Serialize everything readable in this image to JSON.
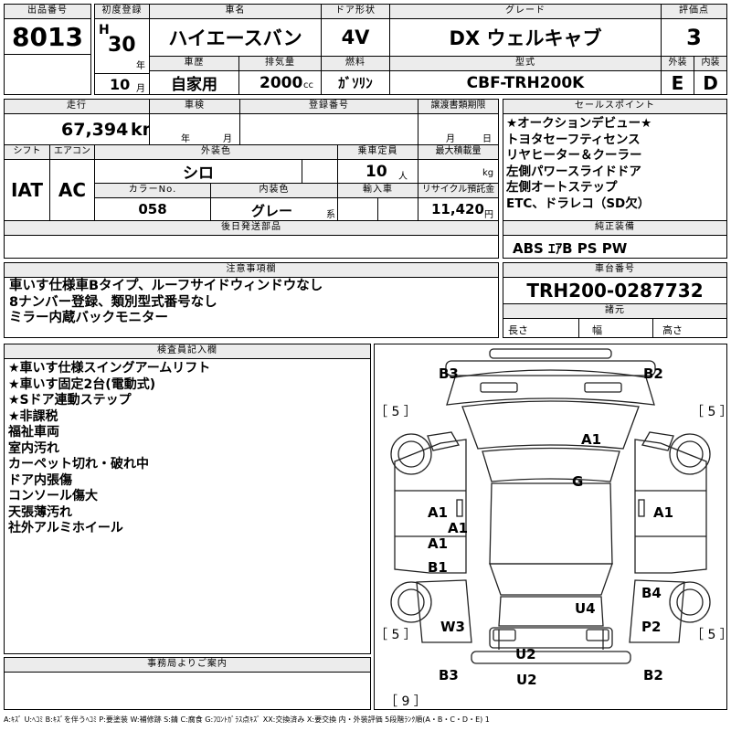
{
  "headers": {
    "lot_no": "出品番号",
    "first_reg": "初度登録",
    "car_name": "車名",
    "door": "ドア形状",
    "grade": "グレード",
    "score": "評価点",
    "history": "車歴",
    "displacement": "排気量",
    "fuel": "燃料",
    "model_code": "型式",
    "exterior": "外装",
    "interior": "内装",
    "mileage": "走行",
    "shaken": "車検",
    "reg_no": "登録番号",
    "transfer_deadline": "譲渡書類期限",
    "shift": "シフト",
    "aircon": "エアコン",
    "ext_color": "外装色",
    "capacity": "乗車定員",
    "max_load": "最大積載量",
    "color_no": "カラーNo.",
    "int_color": "内装色",
    "import": "輸入車",
    "recycle": "リサイクル預託金",
    "delivery": "後日発送部品",
    "selling_points": "セールスポイント",
    "genuine": "純正装備",
    "notes": "注意事項欄",
    "chassis": "車台番号",
    "specs": "諸元",
    "inspector": "検査員記入欄",
    "office": "事務局よりご案内"
  },
  "units": {
    "year": "年",
    "month": "月",
    "cc": "cc",
    "km": "km",
    "persons": "人",
    "kg": "kg",
    "yen": "円",
    "kei": "系",
    "length": "長さ",
    "width": "幅",
    "height": "高さ"
  },
  "vehicle": {
    "lot_no": "8013",
    "era": "H",
    "year": "30",
    "month": "10",
    "car_name": "ハイエースバン",
    "door": "4V",
    "grade": "DX ウェルキャブ",
    "score": "3",
    "history": "自家用",
    "displacement": "2000",
    "fuel": "ｶﾞｿﾘﾝ",
    "model_code": "CBF-TRH200K",
    "exterior_grade": "E",
    "interior_grade": "D",
    "mileage": "67,394",
    "shift": "IAT",
    "aircon": "AC",
    "ext_color": "シロ",
    "capacity": "10",
    "color_no": "058",
    "int_color": "グレー",
    "recycle": "11,420",
    "chassis": "TRH200-0287732"
  },
  "selling_points": [
    "★オークションデビュー★",
    "トヨタセーフティセンス",
    "リヤヒーター＆クーラー",
    "左側パワースライドドア",
    "左側オートステップ",
    "ETC、ドラレコ（SD欠）"
  ],
  "genuine_equipment": "ABS ｴｱB PS PW",
  "notes": [
    "車いす仕様車Bタイプ、ルーフサイドウィンドウなし",
    "8ナンバー登録、類別型式番号なし",
    "ミラー内蔵バックモニター"
  ],
  "inspector_notes": [
    "★車いす仕様スイングアームリフト",
    "★車いす固定2台(電動式)",
    "★Sドア連動ステップ",
    "★非課税",
    "福祉車両",
    "室内汚れ",
    "カーペット切れ・破れ中",
    "ドア内張傷",
    "コンソール傷大",
    "天張薄汚れ",
    "社外アルミホイール"
  ],
  "damage_marks": {
    "b3_top": "B3",
    "b2_top": "B2",
    "a1_hood": "A1",
    "g_glass": "G",
    "a1_left_a": "A1",
    "a1_left_b": "A1",
    "a1_left_c": "A1",
    "b1_left": "B1",
    "a1_right": "A1",
    "b4_right": "B4",
    "u4_roof": "U4",
    "w3_rear": "W3",
    "p2_rear": "P2",
    "u2_rear": "U2",
    "b3_bottom": "B3",
    "u2_bottom": "U2",
    "b2_bottom": "B2"
  },
  "bracket_marks": {
    "left_top": "［ 5 ］",
    "right_top": "［ 5 ］",
    "left_bottom": "［ 5 ］",
    "right_bottom": "［ 5 ］",
    "bottom": "［ 9 ］"
  },
  "legend": "A:ｷｽﾞ  U:ﾍｺﾐ  B:ｷｽﾞを伴うﾍｺﾐ  P:要塗装  W:補修跡  S:錆  C:腐食  G:ﾌﾛﾝﾄｶﾞﾗｽ点ｷｽﾞ  XX:交換済み  X:要交換  内・外装評価  5段階ﾗﾝｸ順(A・B・C・D・E) 1"
}
